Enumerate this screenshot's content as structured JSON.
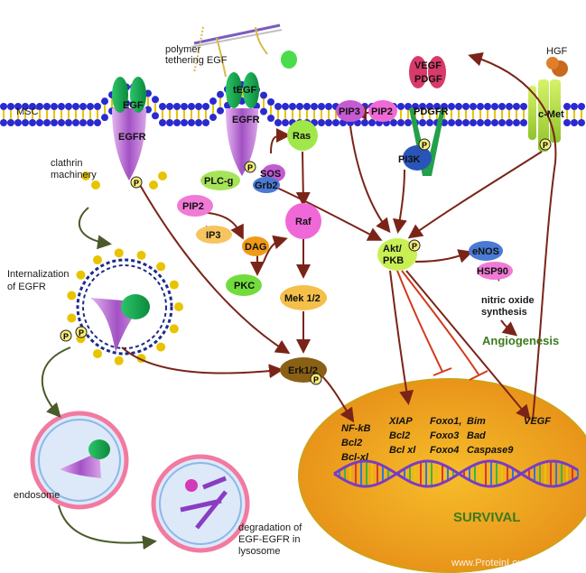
{
  "labels": {
    "polymer": "polymer\ntethering EGF",
    "msc": "MSC",
    "clathrin": "clathrin\nmachinery",
    "internalization": "Internalization\nof EGFR",
    "endosome": "endosome",
    "degradation": "degradation of\nEGF-EGFR in\nlysosome",
    "hgf": "HGF",
    "angiogenesis": "Angiogenesis",
    "survival": "SURVIVAL",
    "watermark": "www.ProteinLounge.com"
  },
  "nodes": {
    "egf": "EGF",
    "egfr_left": "EGFR",
    "tegf": "tEGF",
    "egfr_mid": "EGFR",
    "plcg": "PLC-g",
    "pip2_left": "PIP2",
    "ip3": "IP3",
    "dag": "DAG",
    "pkc": "PKC",
    "ras": "Ras",
    "sos": "SOS",
    "grb2": "Grb2",
    "raf": "Raf",
    "mek": "Mek 1/2",
    "erk": "Erk1/2",
    "pip3": "PIP3",
    "pip2_right": "PIP2",
    "vegf_top": "VEGF",
    "pdgf": "PDGF",
    "pdgfr": "PDGFR",
    "pi3k": "PI3K",
    "cmet": "c-Met",
    "akt": "Akt/\nPKB",
    "enos": "eNOS",
    "hsp90": "HSP90",
    "nitric": "nitric oxide\nsynthesis",
    "p": "P"
  },
  "targets": {
    "col1": "NF-kB\nBcl2\nBcl-xl",
    "col2": "XIAP\nBcl2\nBcl xl",
    "col3": "Foxo1,\nFoxo3\nFoxo4",
    "col4": "Bim\nBad\nCaspase9",
    "col5": "VEGF"
  },
  "colors": {
    "arrow": "#7a2418",
    "inhibit": "#d23a1c",
    "survival_fill": "#f2a81a",
    "text_green": "#3d7a1e"
  }
}
